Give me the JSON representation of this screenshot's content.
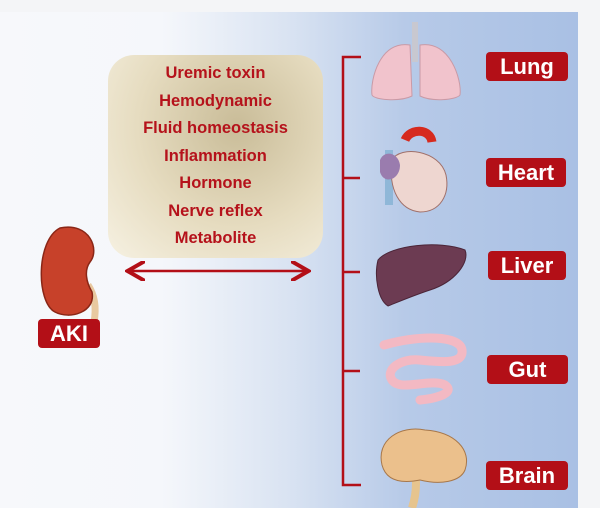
{
  "factors": [
    "Uremic toxin",
    "Hemodynamic",
    "Fluid homeostasis",
    "Inflammation",
    "Hormone",
    "Nerve reflex",
    "Metabolite"
  ],
  "source_label": "AKI",
  "organs": [
    "Lung",
    "Heart",
    "Liver",
    "Gut",
    "Brain"
  ],
  "colors": {
    "accent": "#b30f17",
    "box": "#e6dcc0",
    "background_right": "#a9c0e4"
  }
}
